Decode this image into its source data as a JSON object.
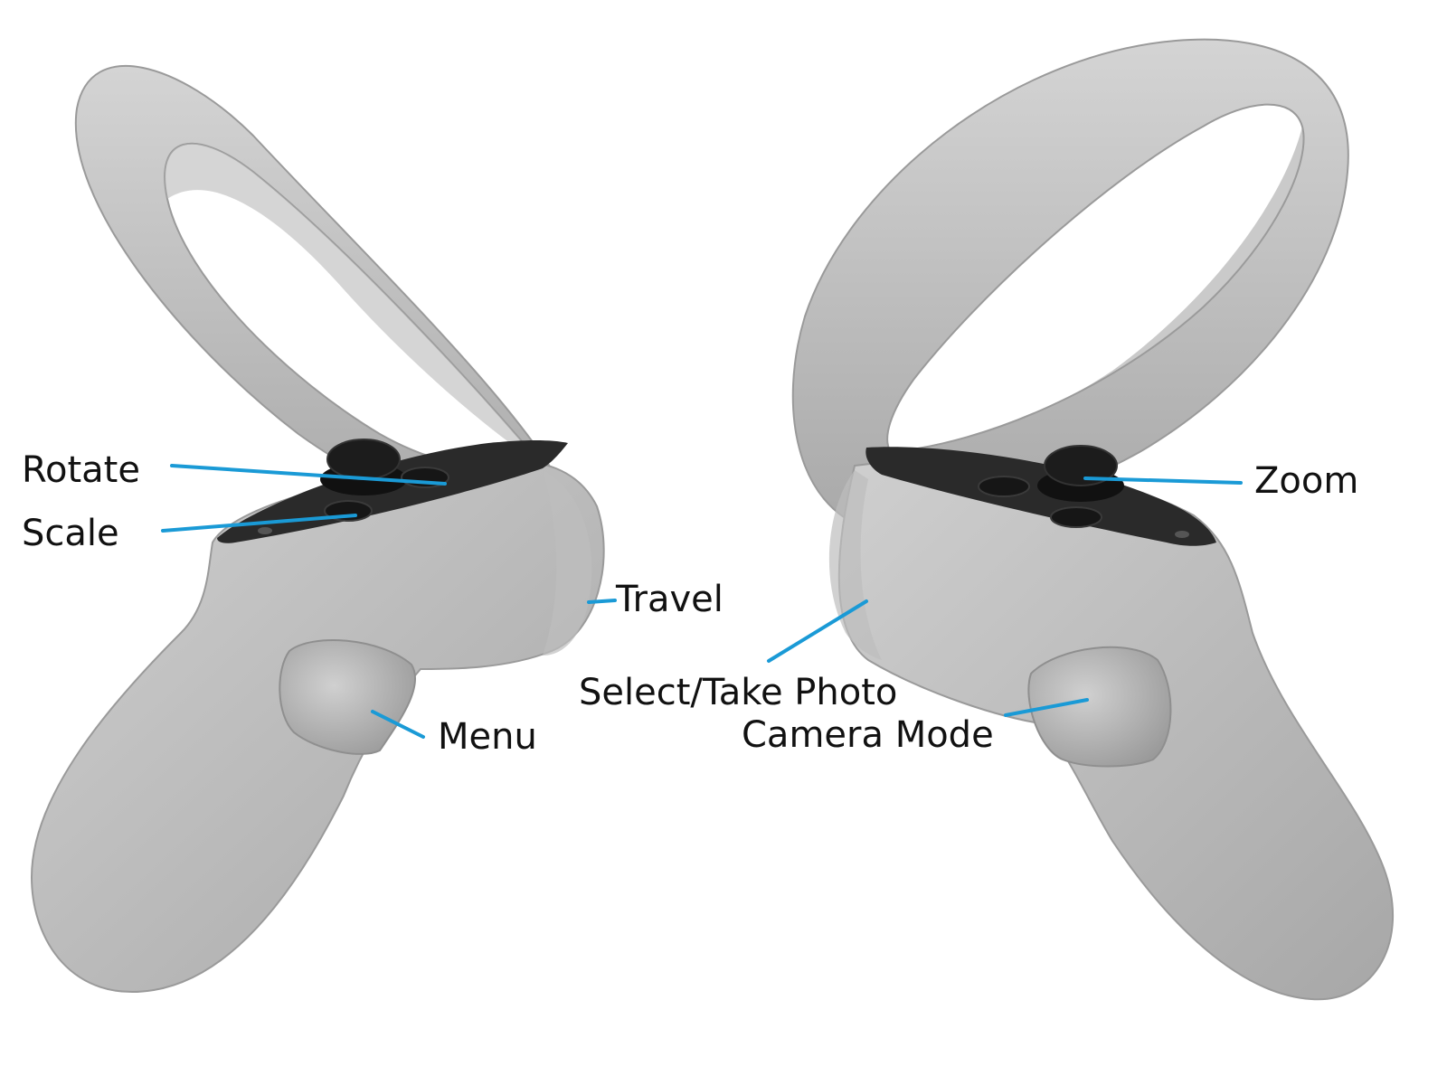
{
  "colors": {
    "leader_line": "#1a9ad6",
    "label_text": "#111111",
    "controller_shell": "#c9c9c9",
    "controller_shadow": "#9e9e9e",
    "faceplate": "#2a2a2a",
    "button": "#161616"
  },
  "labels": {
    "rotate": "Rotate",
    "scale": "Scale",
    "travel": "Travel",
    "menu": "Menu",
    "zoom": "Zoom",
    "select_take_photo": "Select/Take Photo",
    "camera_mode": "Camera Mode"
  }
}
